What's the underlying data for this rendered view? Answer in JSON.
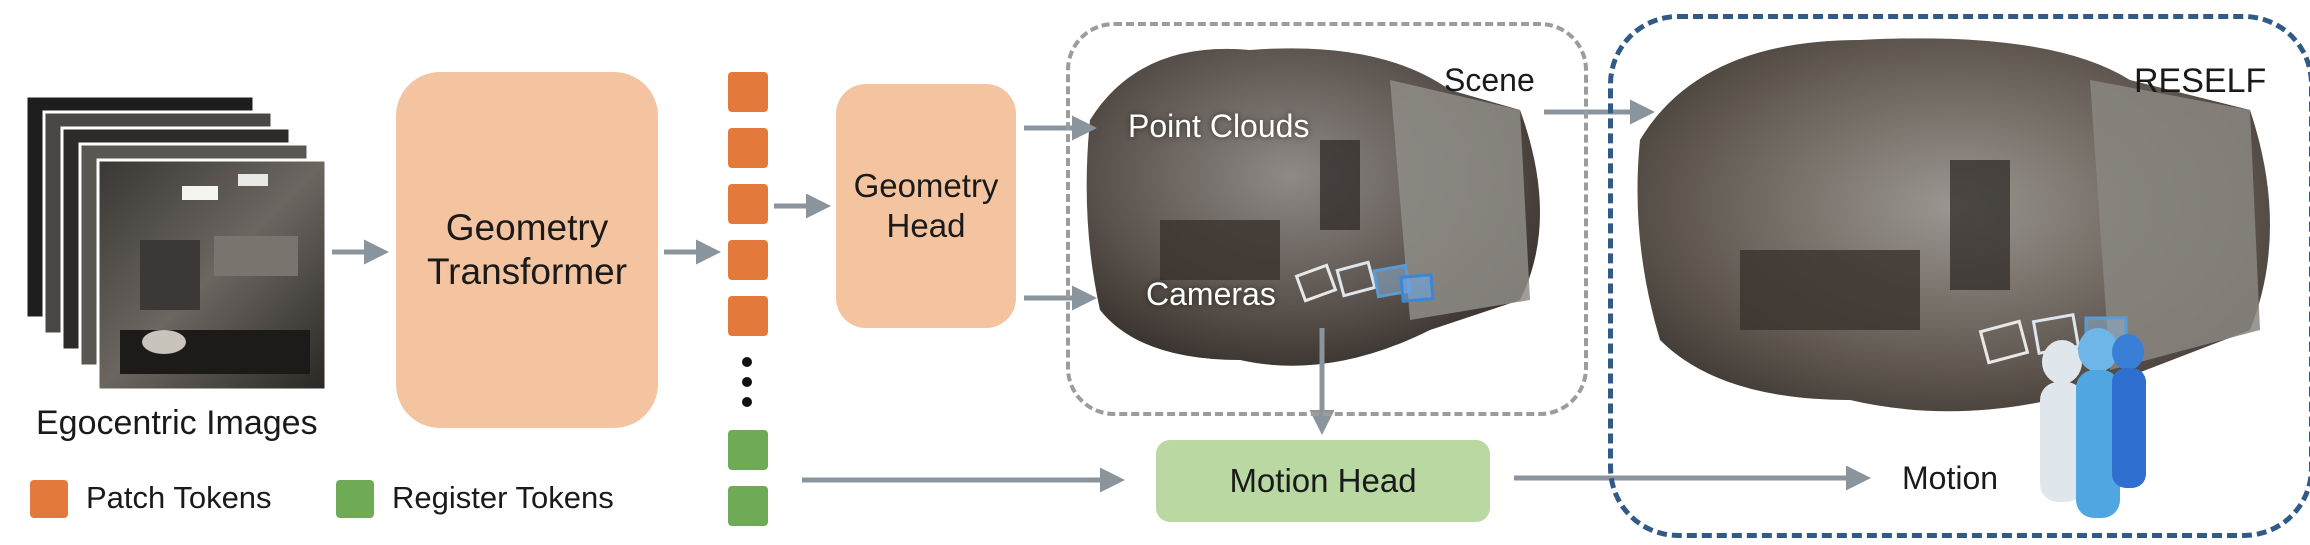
{
  "input": {
    "label": "Egocentric Images",
    "frame_count": 5
  },
  "geometry_transformer": {
    "label_line1": "Geometry",
    "label_line2": "Transformer"
  },
  "geometry_head": {
    "label_line1": "Geometry",
    "label_line2": "Head"
  },
  "motion_head": {
    "label": "Motion Head"
  },
  "scene_panel": {
    "point_clouds_label": "Point Clouds",
    "cameras_label": "Cameras",
    "scene_label": "Scene"
  },
  "output_panel": {
    "title": "RESELF",
    "motion_label": "Motion"
  },
  "legend": {
    "patch": "Patch Tokens",
    "register": "Register Tokens"
  },
  "colors": {
    "patch_token": "#e37a3c",
    "register_token": "#6fab56",
    "transformer_fill": "#f4c4a1",
    "motion_head_fill": "#b9d8a2",
    "arrow": "#8a949c",
    "output_border": "#315a87"
  }
}
